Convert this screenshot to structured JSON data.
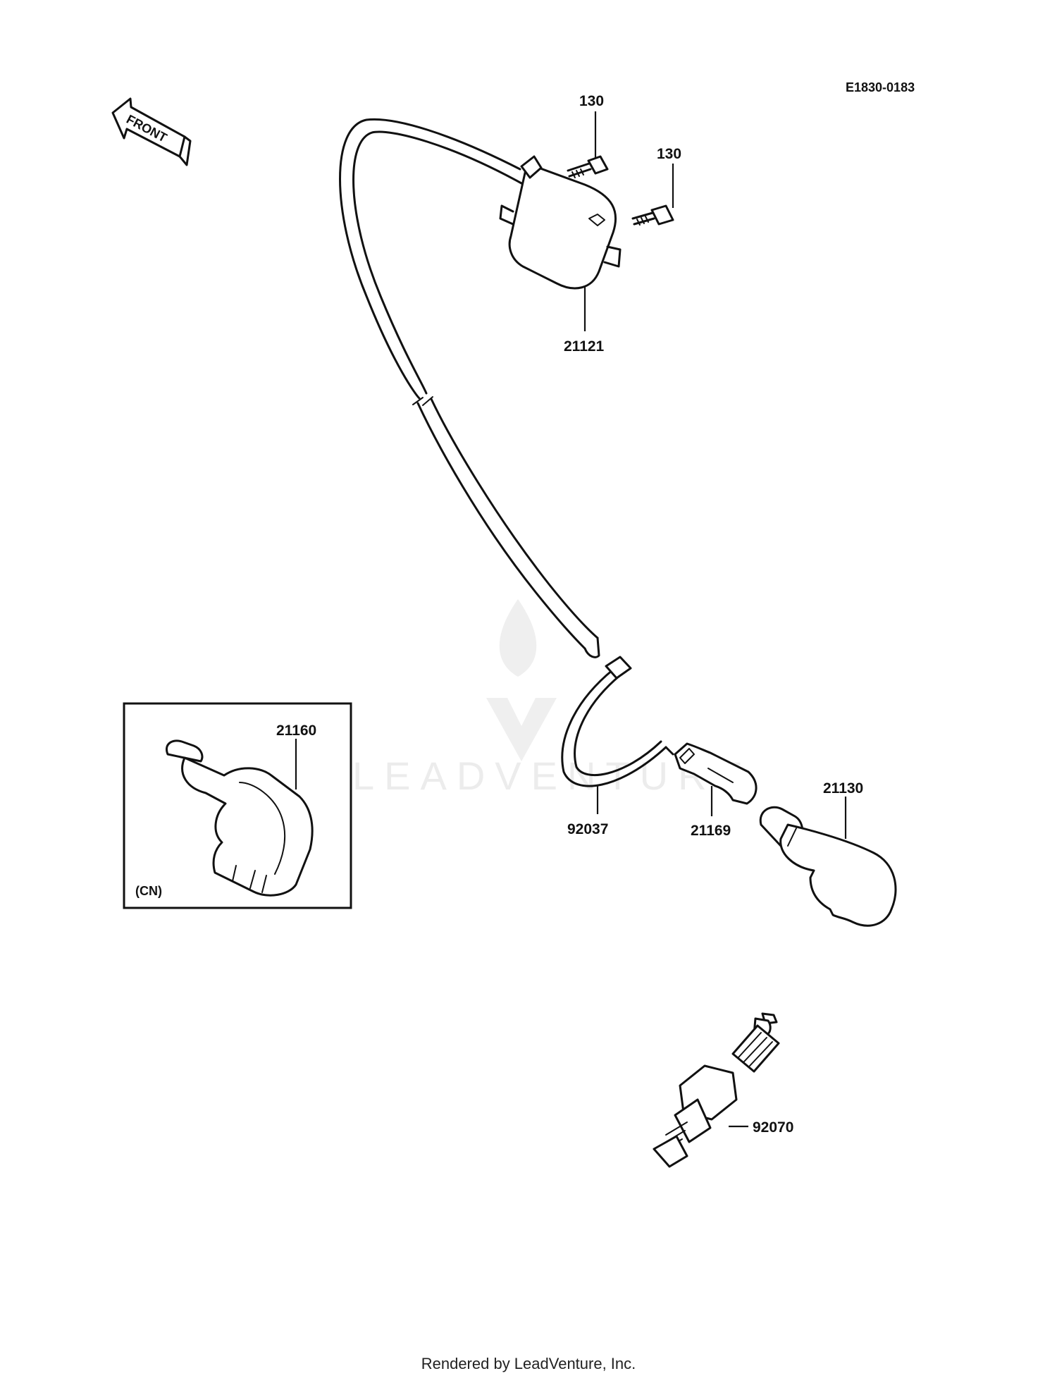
{
  "diagram_code": "E1830-0183",
  "front_arrow_text": "FRONT",
  "inset_variant": "(CN)",
  "watermark": "LEADVENTURE",
  "footer": "Rendered by LeadVenture, Inc.",
  "callouts": {
    "bolt_a": "130",
    "bolt_b": "130",
    "ignition_coil": "21121",
    "cap_inset": "21160",
    "clamp": "92037",
    "terminal": "21169",
    "spark_plug_cap": "21130",
    "spark_plug": "92070"
  },
  "colors": {
    "ink": "#111111",
    "background": "#ffffff",
    "watermark": "#ececec"
  },
  "icons": [
    "front-arrow-icon"
  ]
}
